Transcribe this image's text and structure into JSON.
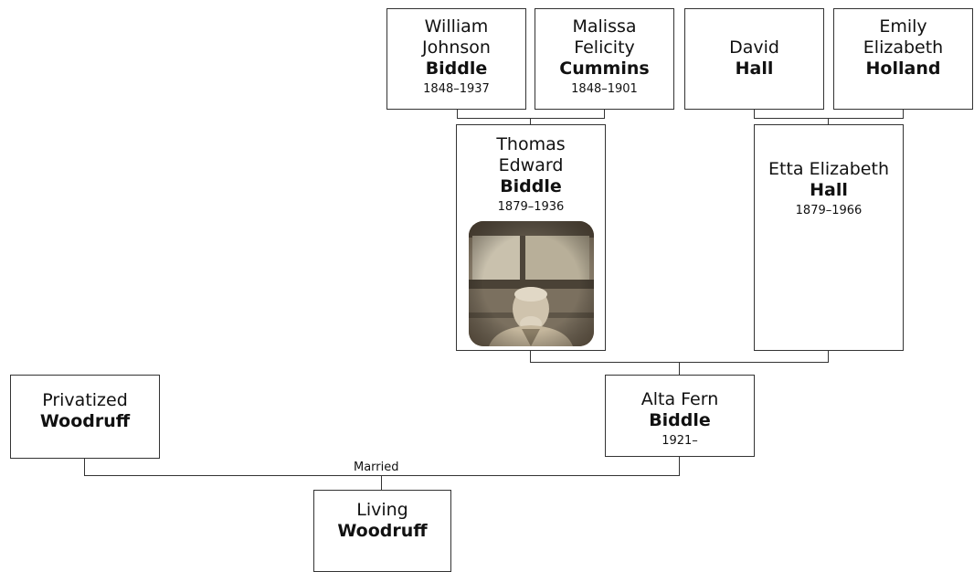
{
  "people": {
    "william": {
      "given": [
        "William",
        "Johnson"
      ],
      "surname": "Biddle",
      "dates": "1848–1937"
    },
    "malissa": {
      "given": [
        "Malissa",
        "Felicity"
      ],
      "surname": "Cummins",
      "dates": "1848–1901"
    },
    "david": {
      "given": [
        "David"
      ],
      "surname": "Hall",
      "dates": ""
    },
    "emily": {
      "given": [
        "Emily",
        "Elizabeth"
      ],
      "surname": "Holland",
      "dates": ""
    },
    "thomas": {
      "given": [
        "Thomas",
        "Edward"
      ],
      "surname": "Biddle",
      "dates": "1879–1936",
      "photo": "portrait-photo"
    },
    "etta": {
      "given": [
        "Etta Elizabeth"
      ],
      "surname": "Hall",
      "dates": "1879–1966"
    },
    "privatized": {
      "given": [
        "Privatized"
      ],
      "surname": "Woodruff",
      "dates": ""
    },
    "alta": {
      "given": [
        "Alta Fern"
      ],
      "surname": "Biddle",
      "dates": "1921–"
    },
    "living": {
      "given": [
        "Living"
      ],
      "surname": "Woodruff",
      "dates": ""
    }
  },
  "marriage_label": "Married",
  "colors": {
    "border": "#333333",
    "background": "#ffffff",
    "text": "#111111"
  }
}
